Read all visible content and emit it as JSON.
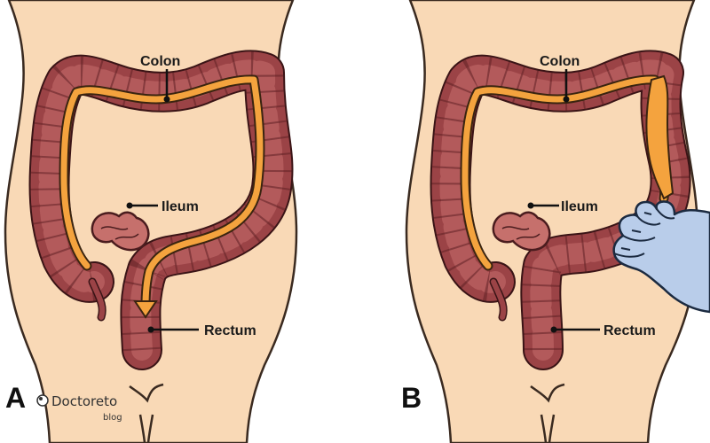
{
  "panels": [
    {
      "letter": "A",
      "labels": {
        "colon": "Colon",
        "ileum": "Ileum",
        "rectum": "Rectum"
      }
    },
    {
      "letter": "B",
      "labels": {
        "colon": "Colon",
        "ileum": "Ileum",
        "rectum": "Rectum"
      }
    }
  ],
  "logo": {
    "name": "Doctoreto",
    "sub": "blog"
  },
  "colors": {
    "skin": "#f9d9b6",
    "colon": "#9b4346",
    "colon_dark": "#5e2024",
    "flow": "#f4a33e",
    "hand": "#b9cdea",
    "hand_outline": "#1b2a40"
  }
}
